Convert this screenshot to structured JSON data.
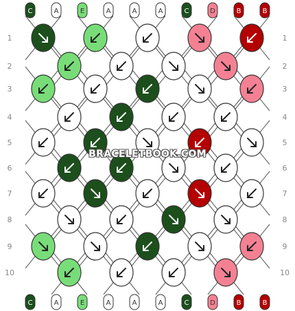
{
  "pattern": {
    "watermark": "BRACELETBOOK.COM",
    "strings": [
      "C",
      "A",
      "E",
      "A",
      "A",
      "A",
      "C",
      "D",
      "B",
      "B"
    ],
    "colors": {
      "A": "#ffffff",
      "B": "#b40000",
      "C": "#1c4f1c",
      "D": "#f48193",
      "E": "#78dd78"
    },
    "rows": [
      "1",
      "2",
      "3",
      "4",
      "5",
      "6",
      "7",
      "8",
      "9",
      "10"
    ],
    "knots": [
      [
        {
          "color": "C",
          "dir": "se"
        },
        {
          "color": "E",
          "dir": "sw"
        },
        {
          "color": "A",
          "dir": "sw"
        },
        {
          "color": "D",
          "dir": "se"
        },
        {
          "color": "B",
          "dir": "sw"
        }
      ],
      [
        {
          "color": "E",
          "dir": "sw"
        },
        {
          "color": "A",
          "dir": "sw"
        },
        {
          "color": "A",
          "dir": "se"
        },
        {
          "color": "D",
          "dir": "se"
        }
      ],
      [
        {
          "color": "E",
          "dir": "sw"
        },
        {
          "color": "A",
          "dir": "sw"
        },
        {
          "color": "C",
          "dir": "sw"
        },
        {
          "color": "A",
          "dir": "se"
        },
        {
          "color": "D",
          "dir": "sw"
        }
      ],
      [
        {
          "color": "A",
          "dir": "sw"
        },
        {
          "color": "C",
          "dir": "sw"
        },
        {
          "color": "A",
          "dir": "sw"
        },
        {
          "color": "A",
          "dir": "sw"
        }
      ],
      [
        {
          "color": "A",
          "dir": "sw"
        },
        {
          "color": "C",
          "dir": "sw"
        },
        {
          "color": "A",
          "dir": "se"
        },
        {
          "color": "B",
          "dir": "sw"
        },
        {
          "color": "A",
          "dir": "se"
        }
      ],
      [
        {
          "color": "C",
          "dir": "sw"
        },
        {
          "color": "C",
          "dir": "sw"
        },
        {
          "color": "A",
          "dir": "se"
        },
        {
          "color": "A",
          "dir": "sw"
        }
      ],
      [
        {
          "color": "A",
          "dir": "sw"
        },
        {
          "color": "C",
          "dir": "se"
        },
        {
          "color": "A",
          "dir": "sw"
        },
        {
          "color": "B",
          "dir": "se"
        },
        {
          "color": "A",
          "dir": "sw"
        }
      ],
      [
        {
          "color": "A",
          "dir": "se"
        },
        {
          "color": "A",
          "dir": "sw"
        },
        {
          "color": "C",
          "dir": "se"
        },
        {
          "color": "A",
          "dir": "se"
        },
        {
          "color": "A",
          "dir": "sw"
        },
        {
          "color": "A",
          "dir": "se"
        }
      ],
      [
        {
          "color": "E",
          "dir": "se"
        },
        {
          "color": "A",
          "dir": "se"
        },
        {
          "color": "C",
          "dir": "sw"
        },
        {
          "color": "A",
          "dir": "se"
        },
        {
          "color": "D",
          "dir": "sw"
        }
      ],
      [
        {
          "color": "E",
          "dir": "sw"
        },
        {
          "color": "A",
          "dir": "sw"
        },
        {
          "color": "A",
          "dir": "sw"
        },
        {
          "color": "D",
          "dir": "se"
        }
      ]
    ]
  }
}
